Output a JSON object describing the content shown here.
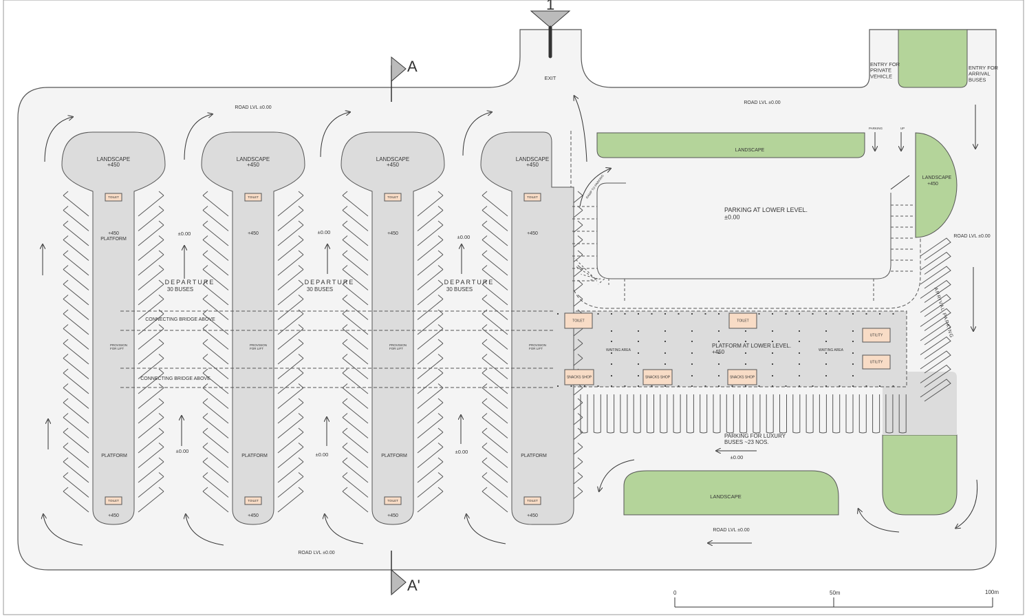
{
  "colors": {
    "road": "#f4f4f4",
    "platform": "#dcdcdc",
    "landscape": "#b4d49a",
    "room": "#f8dcc6",
    "line": "#555555"
  },
  "markers": {
    "section_top": "A",
    "section_bottom": "A'",
    "entry_marker": "1"
  },
  "labels": {
    "exit": "EXIT",
    "entry_private": "ENTRY FOR\nPRIVATE\nVEHICLE",
    "entry_arrival": "ENTRY FOR\nARRIVAL\nBUSES",
    "road_lvl": "ROAD LVL  ±0.00",
    "landscape": "LANDSCAPE",
    "plus450": "+450",
    "platform": "PLATFORM",
    "plus450_platform": "+450\nPLATFORM",
    "toilet": "TOILET",
    "departure": "DEPARTURE",
    "buses30": "30 BUSES",
    "zero": "±0.00",
    "bridge": "CONNECTING BRIDGE ABOVE",
    "lift": "PROVISION\nFOR LIFT",
    "parking_lower": "PARKING AT LOWER LEVEL.\n±0.00",
    "platform_lower": "PLATFORM AT LOWER LEVEL.\n+450",
    "waiting": "WAITING AREA",
    "snacks": "SNACKS SHOP",
    "utility": "UTILITY",
    "luxury": "PARKING FOR LUXURY\nBUSES ~23 NOS.",
    "arrival_parking": "ARRIVAL PARKING",
    "ramp": "RAMP TO PARKING",
    "parking_small": "PARKING",
    "up_small": "UP"
  },
  "scale_bar": {
    "ticks": [
      "0",
      "50m",
      "100m"
    ]
  }
}
